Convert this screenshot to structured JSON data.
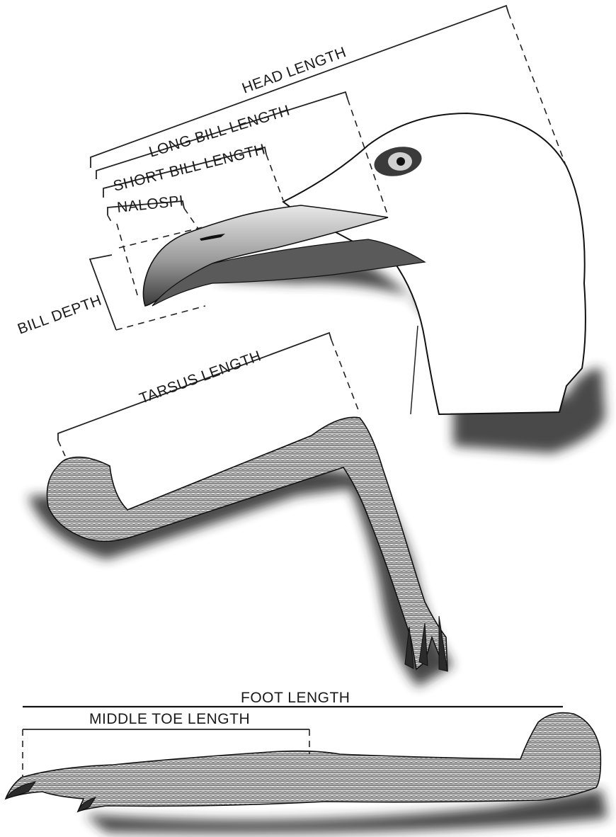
{
  "labels": {
    "head_length": "HEAD LENGTH",
    "long_bill_length": "LONG BILL LENGTH",
    "short_bill_length": "SHORT BILL LENGTH",
    "nalospi": "NALOSPI",
    "bill_depth": "BILL DEPTH",
    "tarsus_length": "TARSUS LENGTH",
    "foot_length": "FOOT LENGTH",
    "middle_toe_length": "MIDDLE TOE LENGTH"
  },
  "colors": {
    "ink": "#1a1a1a",
    "shadow": "#2a2a2a",
    "head_fill": "#ffffff",
    "leg_fill": "#cfcfcf",
    "eye": "#3a3a3a"
  },
  "illustrations": [
    "gull-head",
    "tarsus-leg",
    "foot-side-view"
  ]
}
